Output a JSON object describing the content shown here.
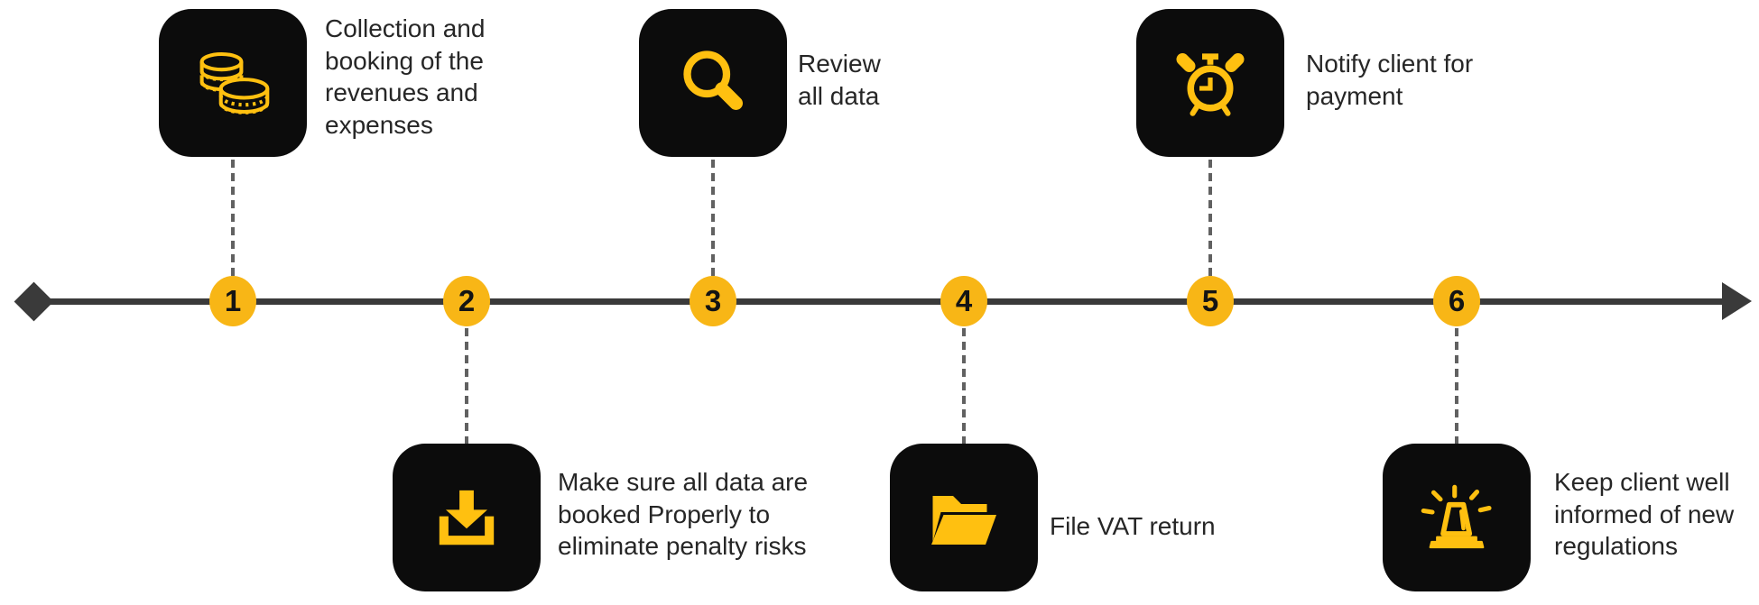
{
  "diagram": {
    "type": "process-timeline",
    "direction": "left-to-right",
    "start_cap": "diamond",
    "end_cap": "arrow"
  },
  "colors": {
    "accent_gold": "#F8B616",
    "icon_gold": "#FFC010",
    "tile_black": "#0C0C0C",
    "timeline_line": "#3A3A3A",
    "connector_dash": "#616161",
    "text": "#262626"
  },
  "steps": [
    {
      "number": "1",
      "icon": "coins-icon",
      "side": "top",
      "label": "Collection and\nbooking of the\nrevenues and\nexpenses"
    },
    {
      "number": "2",
      "icon": "download-icon",
      "side": "bottom",
      "label": "Make sure all data are\nbooked Properly to\neliminate penalty risks"
    },
    {
      "number": "3",
      "icon": "search-icon",
      "side": "top",
      "label": "Review\nall data"
    },
    {
      "number": "4",
      "icon": "folder-icon",
      "side": "bottom",
      "label": "File VAT return"
    },
    {
      "number": "5",
      "icon": "alarm-clock-icon",
      "side": "top",
      "label": "Notify client for\npayment"
    },
    {
      "number": "6",
      "icon": "siren-icon",
      "side": "bottom",
      "label": "Keep client well\ninformed of new\nregulations"
    }
  ]
}
